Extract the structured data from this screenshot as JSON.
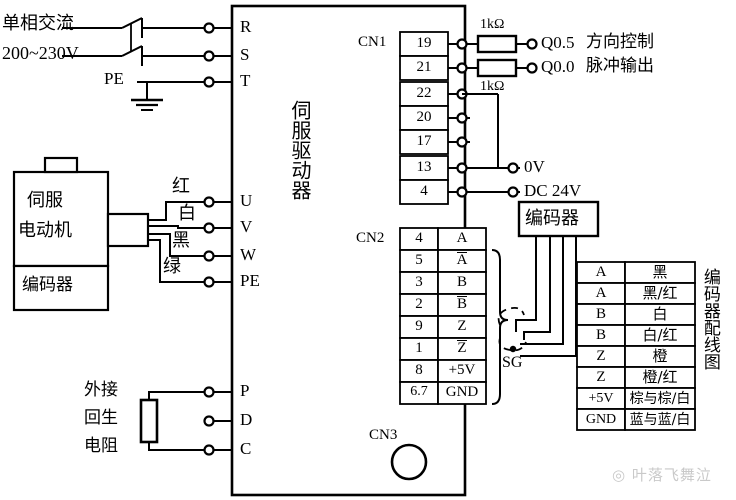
{
  "meta": {
    "title": "伺服驱动器配线图",
    "watermark": "◎ 叶落飞舞泣"
  },
  "power_input": {
    "source_line1": "单相交流",
    "source_line2": "200~230V",
    "pe_label": "PE",
    "terminals": [
      "R",
      "S",
      "T"
    ]
  },
  "drive": {
    "name": "伺服驱动器",
    "power_terminals": [
      "R",
      "S",
      "T"
    ],
    "motor_terminals": [
      "U",
      "V",
      "W",
      "PE"
    ],
    "regen_terminals": [
      "P",
      "D",
      "C"
    ],
    "cn1_label": "CN1",
    "cn2_label": "CN2",
    "cn3_label": "CN3"
  },
  "motor": {
    "name_line1": "伺服",
    "name_line2": "电动机",
    "encoder_label": "编码器",
    "wire_colors": [
      "红",
      "白",
      "黑",
      "绿"
    ]
  },
  "regen": {
    "line1": "外接",
    "line2": "回生",
    "line3": "电阻"
  },
  "cn1": {
    "label": "CN1",
    "rows": [
      {
        "pin": "19",
        "resistor": "1kΩ",
        "signal": "Q0.5",
        "desc": "方向控制"
      },
      {
        "pin": "21",
        "resistor": "1kΩ",
        "signal": "Q0.0",
        "desc": "脉冲输出"
      },
      {
        "pin": "22",
        "resistor": "",
        "signal": "",
        "desc": ""
      },
      {
        "pin": "20",
        "resistor": "",
        "signal": "",
        "desc": ""
      },
      {
        "pin": "17",
        "resistor": "",
        "signal": "",
        "desc": ""
      },
      {
        "pin": "13",
        "resistor": "",
        "signal": "0V",
        "desc": ""
      },
      {
        "pin": "4",
        "resistor": "",
        "signal": "DC 24V",
        "desc": ""
      }
    ],
    "resistor_top": "1kΩ",
    "resistor_mid": "1kΩ",
    "zero_volt": "0V",
    "dc24": "DC 24V"
  },
  "cn2": {
    "label": "CN2",
    "rows": [
      {
        "pin": "4",
        "sig": "A",
        "bar": false
      },
      {
        "pin": "5",
        "sig": "A",
        "bar": true
      },
      {
        "pin": "3",
        "sig": "B",
        "bar": false
      },
      {
        "pin": "2",
        "sig": "B",
        "bar": true
      },
      {
        "pin": "9",
        "sig": "Z",
        "bar": false
      },
      {
        "pin": "1",
        "sig": "Z",
        "bar": true
      },
      {
        "pin": "8",
        "sig": "+5V",
        "bar": false
      },
      {
        "pin": "6.7",
        "sig": "GND",
        "bar": false
      }
    ],
    "shield_label": "SG"
  },
  "encoder_box": {
    "label": "编码器"
  },
  "encoder_table": {
    "title": "编码器配线图",
    "rows": [
      {
        "signal": "A",
        "color": "黑"
      },
      {
        "signal": "A",
        "color": "黑/红"
      },
      {
        "signal": "B",
        "color": "白"
      },
      {
        "signal": "B",
        "color": "白/红"
      },
      {
        "signal": "Z",
        "color": "橙"
      },
      {
        "signal": "Z",
        "color": "橙/红"
      },
      {
        "signal": "+5V",
        "color": "棕与棕/白"
      },
      {
        "signal": "GND",
        "color": "蓝与蓝/白"
      }
    ]
  },
  "colors": {
    "line": "#000000",
    "background": "#ffffff",
    "watermark": "#c9c9c9"
  }
}
